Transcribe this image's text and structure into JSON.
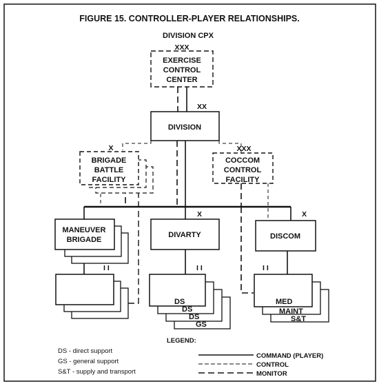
{
  "figure": {
    "title": "FIGURE 15. CONTROLLER-PLAYER RELATIONSHIPS.",
    "subtitle": "DIVISION CPX"
  },
  "nodes": {
    "ecc": {
      "rank": "XXX",
      "lines": [
        "EXERCISE",
        "CONTROL",
        "CENTER"
      ]
    },
    "division": {
      "rank": "XX",
      "label": "DIVISION"
    },
    "bbf": {
      "rank": "X",
      "lines": [
        "BRIGADE",
        "BATTLE",
        "FACILITY"
      ]
    },
    "coccom": {
      "rank": "XXX",
      "lines": [
        "COCCOM",
        "CONTROL",
        "FACILITY"
      ]
    },
    "maneuver": {
      "lines": [
        "MANEUVER",
        "BRIGADE"
      ]
    },
    "divarty": {
      "rank": "X",
      "label": "DIVARTY"
    },
    "discom": {
      "rank": "X",
      "label": "DISCOM"
    },
    "bn_rank": "I I",
    "divarty_subs": [
      "DS",
      "DS",
      "DS",
      "GS"
    ],
    "discom_subs": [
      "MED",
      "MAINT",
      "S&T"
    ]
  },
  "legend": {
    "heading": "LEGEND:",
    "abbreviations": [
      {
        "text": "DS - direct support"
      },
      {
        "text": "GS - general support"
      },
      {
        "text": "S&T - supply and transport"
      }
    ],
    "lines": {
      "command": "COMMAND (PLAYER)",
      "control": "CONTROL",
      "monitor": "MONITOR"
    }
  },
  "colors": {
    "ink": "#111111",
    "paper": "#ffffff"
  }
}
